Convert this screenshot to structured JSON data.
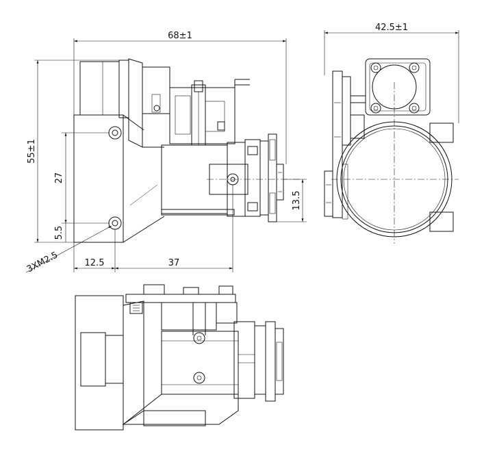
{
  "dimensions": {
    "overall_width": "68±1",
    "side_width": "42.5±1",
    "overall_height": "55±1",
    "hole_spacing_vertical": "27",
    "hole_offset_bottom": "5.5",
    "hole_offset_left": "12.5",
    "hole_spacing_horizontal": "37",
    "center_height": "13.5",
    "thread_callout": "3XM2.5"
  }
}
